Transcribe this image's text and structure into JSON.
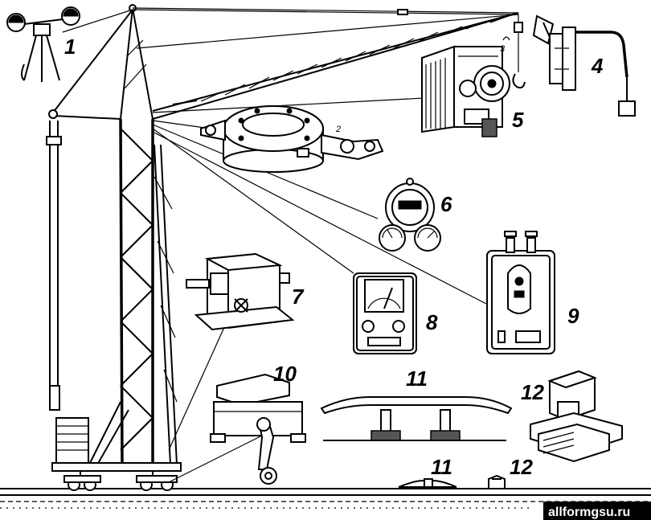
{
  "labels": {
    "l1": "1",
    "l2": "2",
    "l3": "3",
    "l4": "4",
    "l5": "5",
    "l6": "6",
    "l7": "7",
    "l8": "8",
    "l9": "9",
    "l10": "10",
    "l11_top": "11",
    "l12_top": "12",
    "l11_bottom": "11",
    "l12_bottom": "12"
  },
  "watermark": "allformgsu.ru",
  "colors": {
    "ink": "#000000",
    "paper": "#ffffff",
    "watermark_text": "#ffffff"
  }
}
